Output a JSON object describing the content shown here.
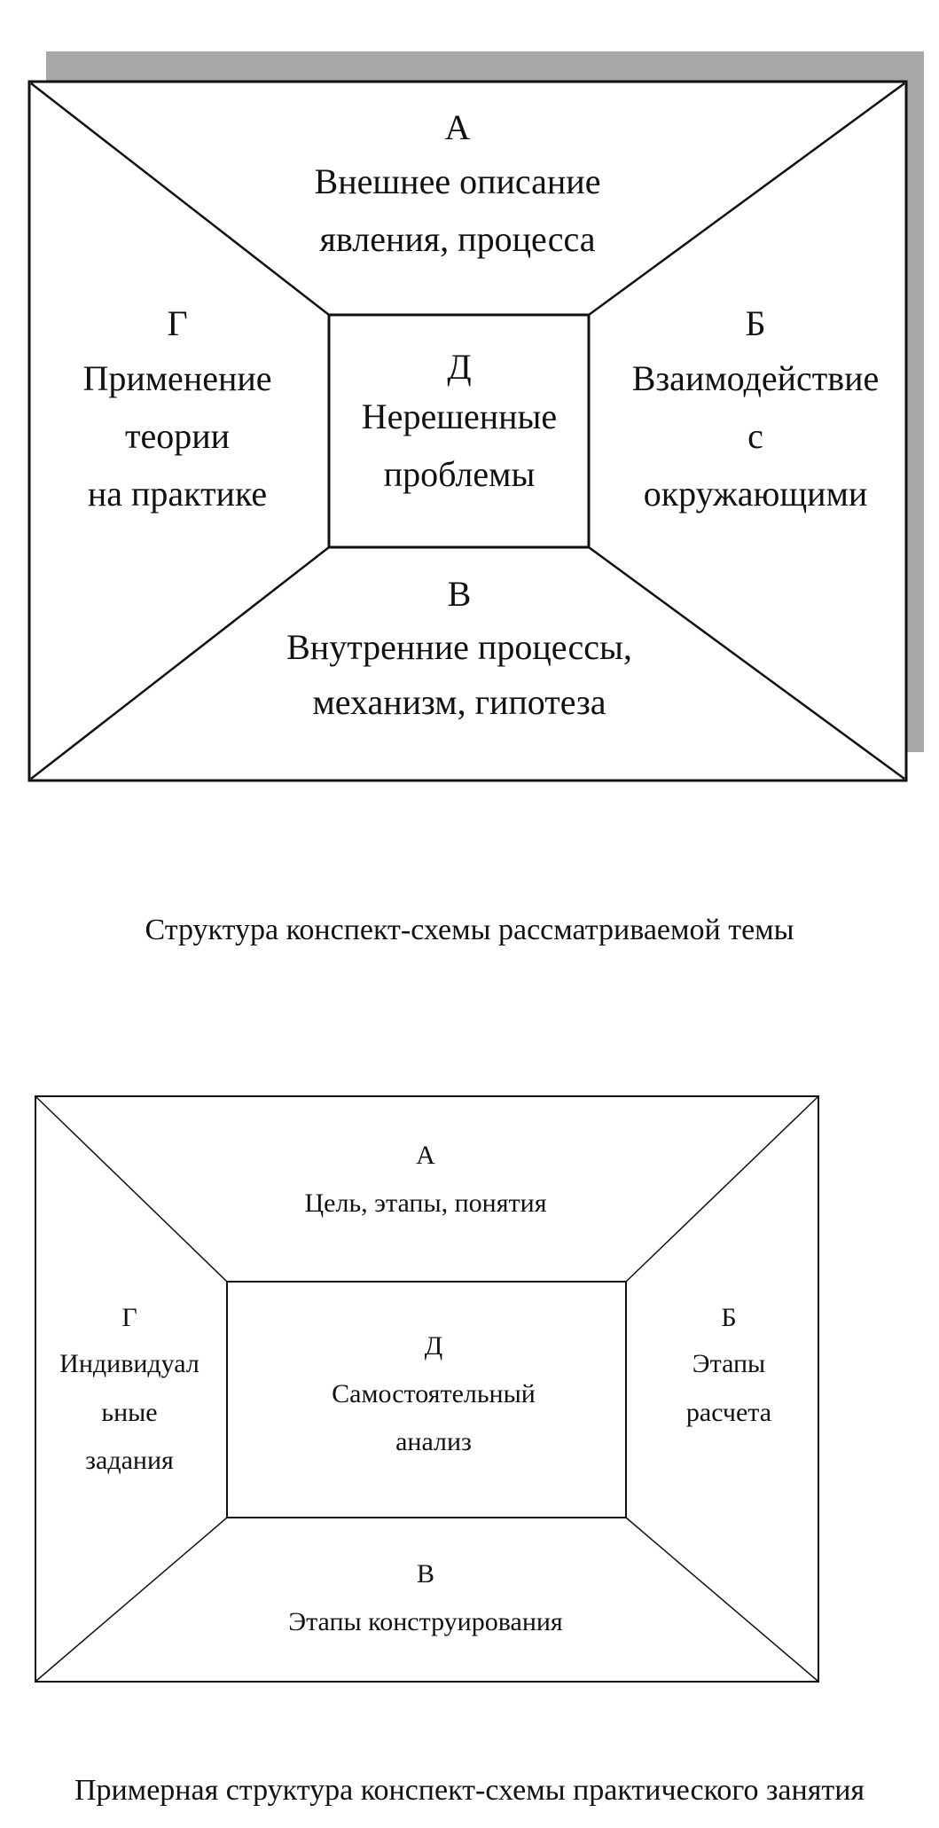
{
  "diagram1": {
    "top": {
      "letter": "А",
      "lines": [
        "Внешнее описание",
        "явления, процесса"
      ]
    },
    "right": {
      "letter": "Б",
      "lines": [
        "Взаимодействие",
        "с",
        "окружающими"
      ]
    },
    "bottom": {
      "letter": "В",
      "lines": [
        "Внутренние процессы,",
        "механизм, гипотеза"
      ]
    },
    "left": {
      "letter": "Г",
      "lines": [
        "Применение",
        "теории",
        "на практике"
      ]
    },
    "center": {
      "letter": "Д",
      "lines": [
        "Нерешенные",
        "проблемы"
      ]
    },
    "caption": "Структура конспект-схемы рассматриваемой темы"
  },
  "diagram2": {
    "top": {
      "letter": "А",
      "lines": [
        "Цель, этапы, понятия"
      ]
    },
    "right": {
      "letter": "Б",
      "lines": [
        "Этапы",
        "расчета"
      ]
    },
    "bottom": {
      "letter": "В",
      "lines": [
        "Этапы конструирования"
      ]
    },
    "left": {
      "letter": "Г",
      "lines": [
        "Индивидуал",
        "ьные",
        "задания"
      ]
    },
    "center": {
      "letter": "Д",
      "lines": [
        "Самостоятельный",
        "анализ"
      ]
    },
    "caption": "Примерная структура конспект-схемы практического занятия"
  }
}
